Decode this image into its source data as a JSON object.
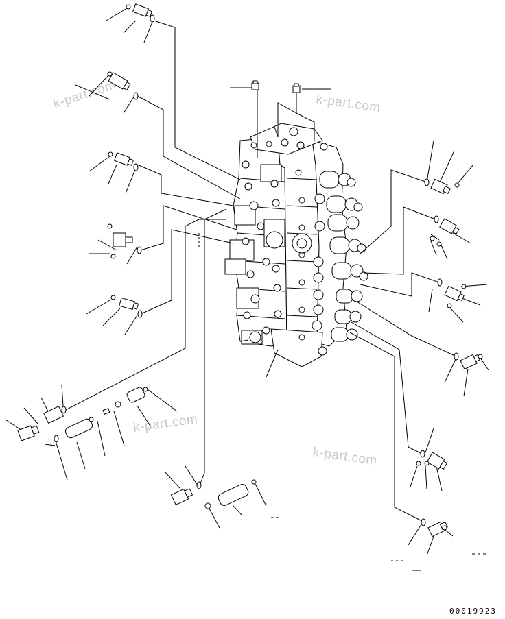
{
  "watermarks": [
    "k-part.com",
    "k-part.com",
    "k-part.com",
    "k-part.com"
  ],
  "drawing_number": "00019923"
}
